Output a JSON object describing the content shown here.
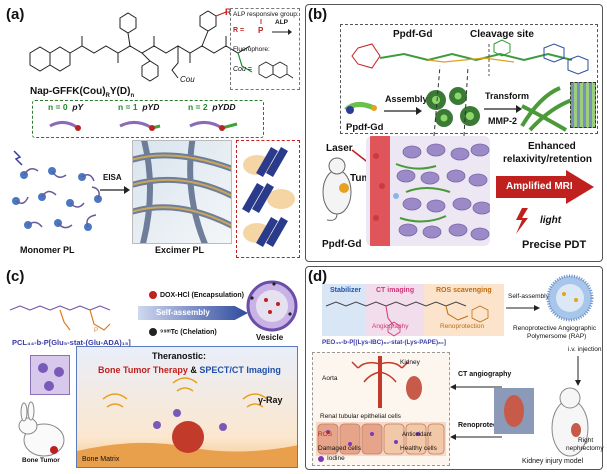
{
  "panels": {
    "a": {
      "label": "(a)",
      "compound": "Nap-GFFK(Cou)",
      "compound_sub1": "R",
      "compound_mid": "Y(D)",
      "compound_sub2": "n",
      "r_group": "R",
      "alp_group_title": "ALP responsive group:",
      "alp_arrow_label": "ALP",
      "r_equals": "R =",
      "fluorophore_title": "Fluorophore:",
      "cou_label": "Cou =",
      "cou_side": "Cou",
      "variants": [
        {
          "n": "n = 0",
          "name": "pY"
        },
        {
          "n": "n = 1",
          "name": "pYD"
        },
        {
          "n": "n = 2",
          "name": "pYDD"
        }
      ],
      "eisa": "EISA",
      "monomer": "Monomer PL",
      "excimer": "Excimer PL"
    },
    "b": {
      "label": "(b)",
      "ppdf_top": "Ppdf-Gd",
      "cleavage": "Cleavage site",
      "ppdf_left": "Ppdf-Gd",
      "assembly": "Assembly",
      "transform": "Transform",
      "mmp": "MMP-2",
      "laser": "Laser",
      "tumor": "Tumor",
      "ppdf_bottom": "Ppdf-Gd",
      "enhanced1": "Enhanced",
      "enhanced2": "relaxivity/retention",
      "amplified": "Amplified MRI",
      "light": "light",
      "pdt": "Precise PDT"
    },
    "c": {
      "label": "(c)",
      "dox": "DOX-HCl (Encapsulation)",
      "self_assembly": "Self-assembly",
      "tc": "⁹⁹ᵐTc (Chelation)",
      "vesicle": "Vesicle",
      "polymer": "PCL₄₄-b-P[Glu₅-stat-(Glu-ADA)₁₅]",
      "theranostic": "Theranostic:",
      "therapy": "Bone Tumor Therapy",
      "amp": "&",
      "imaging": "SPECT/CT Imaging",
      "gamma": "γ-Ray",
      "bone_tumor": "Bone Tumor",
      "bone_matrix": "Bone Matrix"
    },
    "d": {
      "label": "(d)",
      "stabilizer": "Stabilizer",
      "ct_imaging": "CT imaging",
      "ros_scavenging": "ROS scavenging",
      "angiography": "Angiography",
      "renoprotection": "Renoprotection",
      "self_assembly": "Self-assembly",
      "rap1": "Renoprotective Angiographic",
      "rap2": "Polymersome (RAP)",
      "iv": "i.v. injection",
      "polymer": "PEO₄₅-b-P[(Lys-IBC)₈₀-stat-(Lys-PAPE)₈₀]",
      "aorta": "Aorta",
      "kidney": "Kidney",
      "ct_angio": "CT angiography",
      "renal": "Renal tubular epithelial cells",
      "ros": "ROS",
      "antioxidant": "Antioxidant",
      "renoprotection2": "Renoprotection",
      "damaged": "Damaged cells",
      "healthy": "Healthy cells",
      "iodine": "Iodine",
      "right1": "Right",
      "right2": "nephrectomy",
      "model": "Kidney injury model"
    }
  },
  "colors": {
    "panel_border": "#444444",
    "red": "#c0201e",
    "pink": "#d1377a",
    "green": "#6cc04a",
    "purple": "#7c6db0",
    "blue": "#3a6fc4",
    "orange": "#f2a23a"
  }
}
